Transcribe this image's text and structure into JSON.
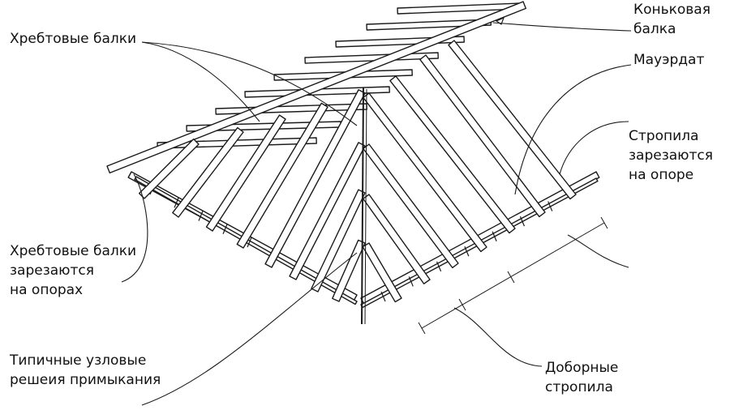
{
  "colors": {
    "line": "#1a1a1a",
    "background": "#ffffff"
  },
  "labels": {
    "ridge_beam": [
      "Коньковая",
      "балка"
    ],
    "hip_beams": [
      "Хребтовые балки"
    ],
    "wall_plate": [
      "Мауэрдат"
    ],
    "rafters_cut": [
      "Стропила",
      "зарезаются",
      "на опоре"
    ],
    "hip_cut": [
      "Хребтовые балки",
      "зарезаются",
      "на опорах"
    ],
    "junction": [
      "Типичные узловые",
      "решеия примыкания"
    ],
    "jack_rafters": [
      "Доборные",
      "стропила"
    ]
  }
}
